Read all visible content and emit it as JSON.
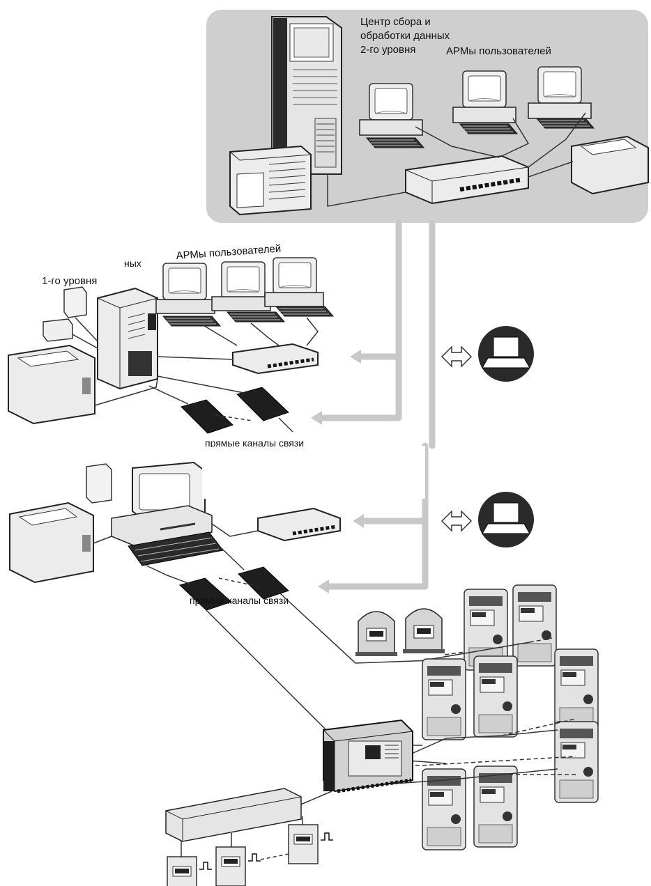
{
  "labels": {
    "center_l2": "Центр сбора и\nобработки данных\n2-го уровня",
    "arm_top": "АРМы пользователей",
    "arm_mid": "АРМы пользователей",
    "partial_center": "ных",
    "level1": "1-го уровня",
    "direct_upper": "прямые каналы связи",
    "direct_lower": "прямые каналы связи"
  },
  "colors": {
    "panel": "#cfcfcf",
    "bus": "#c8c8c8",
    "device_light": "#e9e9e9",
    "device_dark": "#222222",
    "meter": "#d9d9d9"
  },
  "icons": [
    "server-tower-icon",
    "workstation-icon",
    "switch-icon",
    "printer-icon",
    "modem-icon",
    "laptop-icon",
    "electricity-meter-icon",
    "gas-meter-icon",
    "data-controller-icon",
    "bidirectional-arrow-icon"
  ]
}
